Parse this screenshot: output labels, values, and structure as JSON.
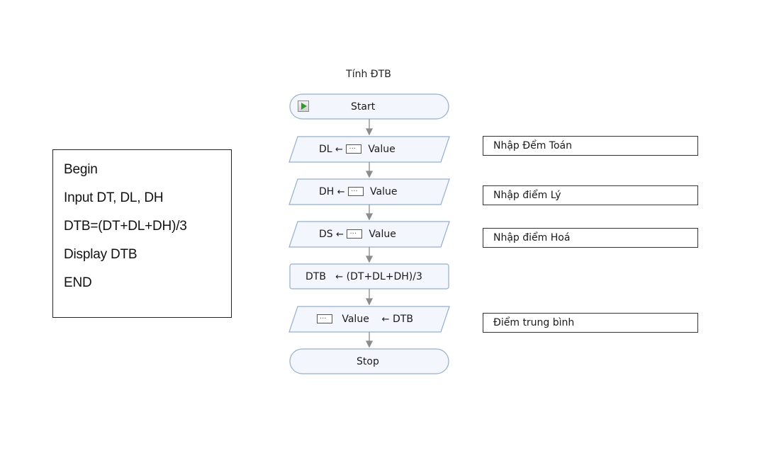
{
  "pseudocode": {
    "lines": [
      "Begin",
      "Input DT, DL, DH",
      "DTB=(DT+DL+DH)/3",
      "Display DTB",
      "END"
    ]
  },
  "flowchart": {
    "title": "Tính ĐTB",
    "start_label": "Start",
    "stop_label": "Stop",
    "input1": {
      "var": "DL",
      "value_word": "Value"
    },
    "input2": {
      "var": "DH",
      "value_word": "Value"
    },
    "input3": {
      "var": "DS",
      "value_word": "Value"
    },
    "process": {
      "var": "DTB",
      "expr": "(DT+DL+DH)/3"
    },
    "output": {
      "value_word": "Value",
      "var": "DTB"
    },
    "arrow_symbol": "←"
  },
  "comments": {
    "c1": "Nhập Đểm Toán",
    "c2": "Nhập điểm Lý",
    "c3": "Nhập điểm Hoá",
    "c4": "Điểm trung bình"
  },
  "colors": {
    "shape_fill": "#f3f7fd",
    "shape_stroke": "#93aed0",
    "connector": "#8c8c8c",
    "play_green": "#2e9a2e"
  }
}
